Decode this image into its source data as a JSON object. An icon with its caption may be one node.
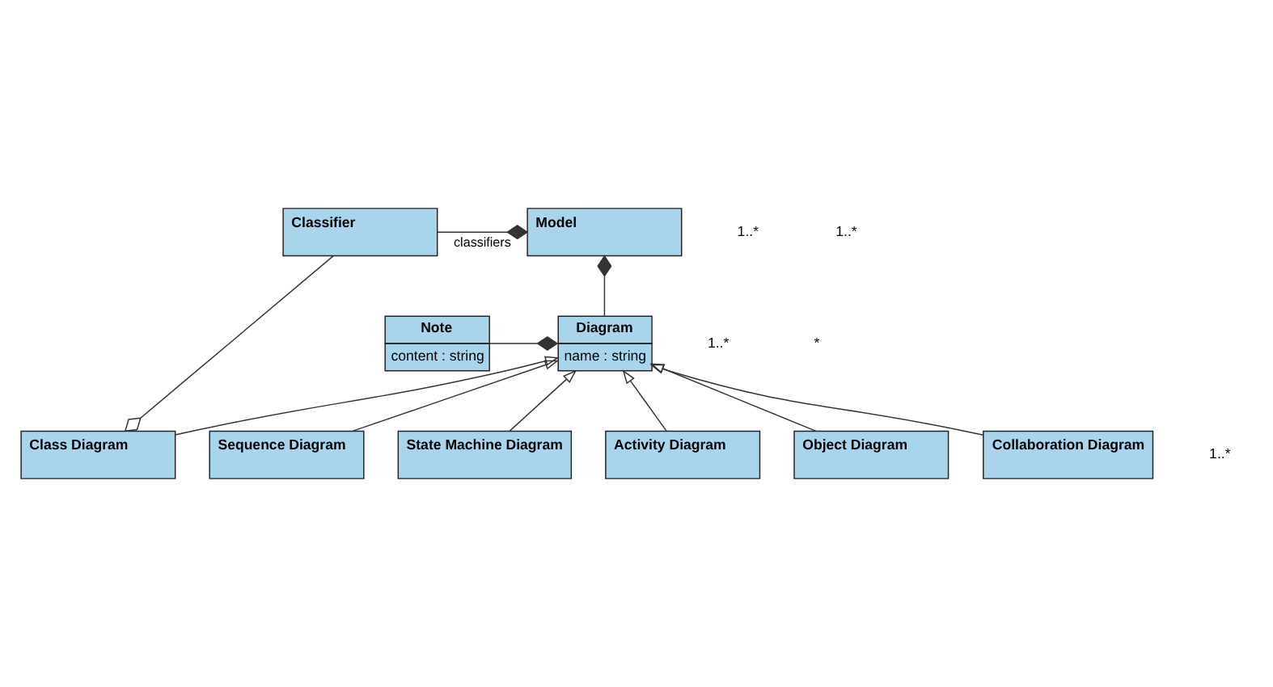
{
  "diagram": {
    "nodes": [
      {
        "text": [
          "Classifier"
        ]
      },
      {
        "text": [
          "Model"
        ]
      },
      {
        "text": [
          "Diagram",
          "name : string"
        ]
      },
      {
        "text": [
          "Note",
          "content : string"
        ]
      },
      {
        "text": [
          "Class Diagram"
        ]
      },
      {
        "text": [
          "Sequence Diagram"
        ]
      },
      {
        "text": [
          "State Machine Diagram"
        ]
      },
      {
        "text": [
          "Activity Diagram"
        ]
      },
      {
        "text": [
          "Object Diagram"
        ]
      },
      {
        "text": [
          "Collaboration Diagram"
        ]
      }
    ],
    "edges": [
      {
        "from": 0,
        "to": 1,
        "arrow": "other",
        "label": "classifiers"
      },
      {
        "from": 2,
        "to": 1,
        "arrow": "other"
      },
      {
        "from": 3,
        "to": 2,
        "arrow": "other"
      },
      {
        "from": 0,
        "to": 4,
        "arrow": "other"
      },
      {
        "from": 4,
        "to": 2,
        "arrow": "to"
      },
      {
        "from": 5,
        "to": 2,
        "arrow": "to"
      },
      {
        "from": 6,
        "to": 2,
        "arrow": "to"
      },
      {
        "from": 7,
        "to": 2,
        "arrow": "to"
      },
      {
        "from": 8,
        "to": 2,
        "arrow": "to"
      },
      {
        "from": 9,
        "to": 2,
        "arrow": "to"
      }
    ],
    "labels": [
      "1..*",
      "1..*",
      "1..*",
      "*",
      "1..*"
    ]
  }
}
